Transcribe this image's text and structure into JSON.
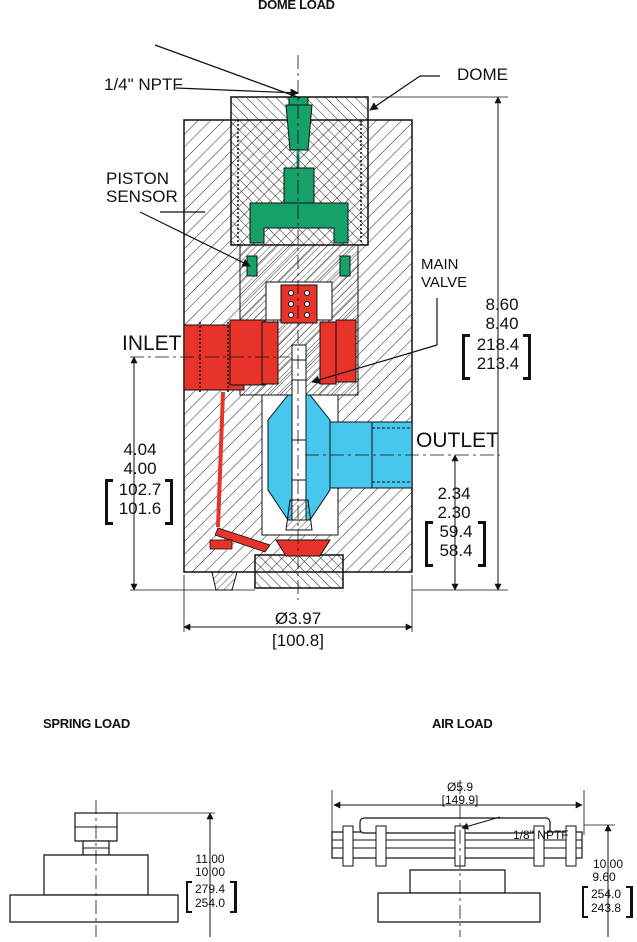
{
  "headers": {
    "dome_load": "DOME LOAD",
    "spring_load": "SPRING LOAD",
    "air_load": "AIR LOAD"
  },
  "labels": {
    "nptf_top": "1/4\" NPTF",
    "dome": "DOME",
    "piston_sensor_1": "PISTON",
    "piston_sensor_2": "SENSOR",
    "main_valve_1": "MAIN",
    "main_valve_2": "VALVE",
    "inlet": "INLET",
    "outlet": "OUTLET",
    "nptf_air": "1/8\" NPTF"
  },
  "dimensions": {
    "height_dome": [
      "8.60",
      "8.40",
      "218.4",
      "213.4"
    ],
    "inlet_height": [
      "4.04",
      "4.00",
      "102.7",
      "101.6"
    ],
    "outlet_height": [
      "2.34",
      "2.30",
      "59.4",
      "58.4"
    ],
    "diameter": [
      "Ø3.97",
      "[100.8]"
    ],
    "spring_height": [
      "11.00",
      "10.00",
      "279.4",
      "254.0"
    ],
    "air_diameter": [
      "Ø5.9",
      "[149.9]"
    ],
    "air_height": [
      "10.00",
      "9.60",
      "254.0",
      "243.8"
    ]
  },
  "colors": {
    "sensor_green": "#16a06a",
    "inlet_red": "#e8332a",
    "outlet_blue": "#47c6ee",
    "line": "#111111"
  }
}
